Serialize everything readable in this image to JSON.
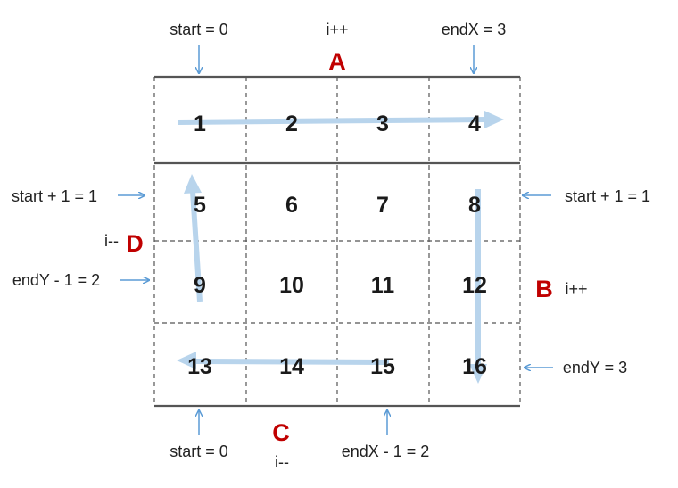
{
  "grid": {
    "cells": [
      "1",
      "2",
      "3",
      "4",
      "5",
      "6",
      "7",
      "8",
      "9",
      "10",
      "11",
      "12",
      "13",
      "14",
      "15",
      "16"
    ]
  },
  "sections": {
    "A": "A",
    "B": "B",
    "C": "C",
    "D": "D"
  },
  "annotations": {
    "top_start": "start = 0",
    "top_increment": "i++",
    "top_endx": "endX = 3",
    "left_start_plus_one": "start + 1 = 1",
    "left_decrement": "i--",
    "left_endy_minus_one": "endY - 1 = 2",
    "right_start_plus_one": "start + 1 = 1",
    "right_increment": "i++",
    "right_endy": "endY = 3",
    "bottom_start": "start = 0",
    "bottom_decrement": "i--",
    "bottom_endx_minus_one": "endX - 1 = 2"
  },
  "colors": {
    "section_letter": "#c00000",
    "pointer_arrow": "#5b9bd5",
    "traversal_arrow": "#b8d4ec",
    "grid_line": "#555555"
  }
}
